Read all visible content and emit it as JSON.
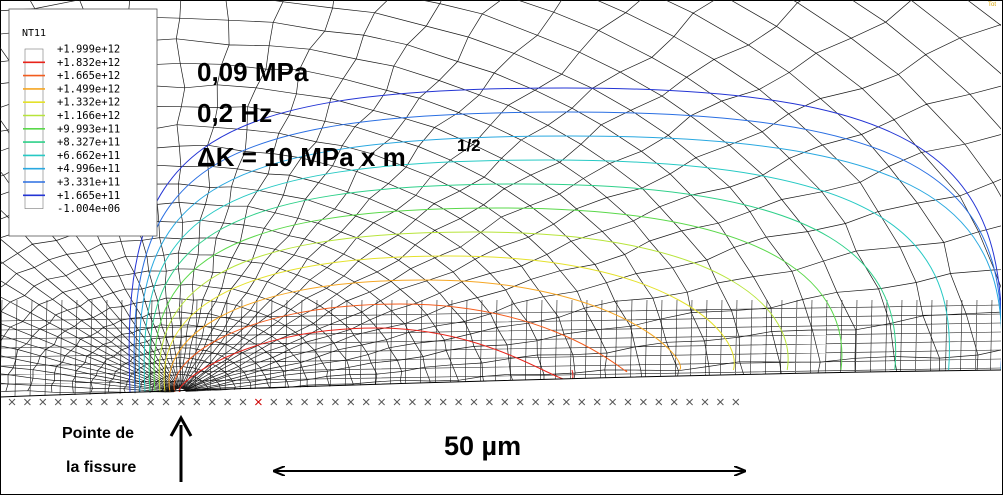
{
  "legend": {
    "title": "NT11",
    "entries": [
      {
        "value": "+1.999e+12",
        "color": "#ffffff"
      },
      {
        "value": "+1.832e+12",
        "color": "#e8231a"
      },
      {
        "value": "+1.665e+12",
        "color": "#f25c1e"
      },
      {
        "value": "+1.499e+12",
        "color": "#f5a623"
      },
      {
        "value": "+1.332e+12",
        "color": "#e4e12b"
      },
      {
        "value": "+1.166e+12",
        "color": "#b7e43a"
      },
      {
        "value": "+9.993e+11",
        "color": "#5ad84a"
      },
      {
        "value": "+8.327e+11",
        "color": "#2fd08a"
      },
      {
        "value": "+6.662e+11",
        "color": "#27c9c4"
      },
      {
        "value": "+4.996e+11",
        "color": "#29a8e0"
      },
      {
        "value": "+3.331e+11",
        "color": "#2a6fe2"
      },
      {
        "value": "+1.665e+11",
        "color": "#2334d4"
      },
      {
        "value": "-1.004e+06",
        "color": "#ffffff"
      }
    ]
  },
  "annotations": {
    "stress": "0,09 MPa",
    "frequency": "0,2 Hz",
    "delta_k": "ΔK = 10 MPa x m",
    "delta_k_exponent": "1/2"
  },
  "crack_tip_label": {
    "line1": "Pointe de",
    "line2": "la fissure"
  },
  "scale_bar": {
    "label": "50 µm"
  },
  "corner_text": "Tot",
  "colors": {
    "mesh": "#1a1a1a",
    "crack_marker": "#555555",
    "crack_marker_red": "#cc0000"
  }
}
